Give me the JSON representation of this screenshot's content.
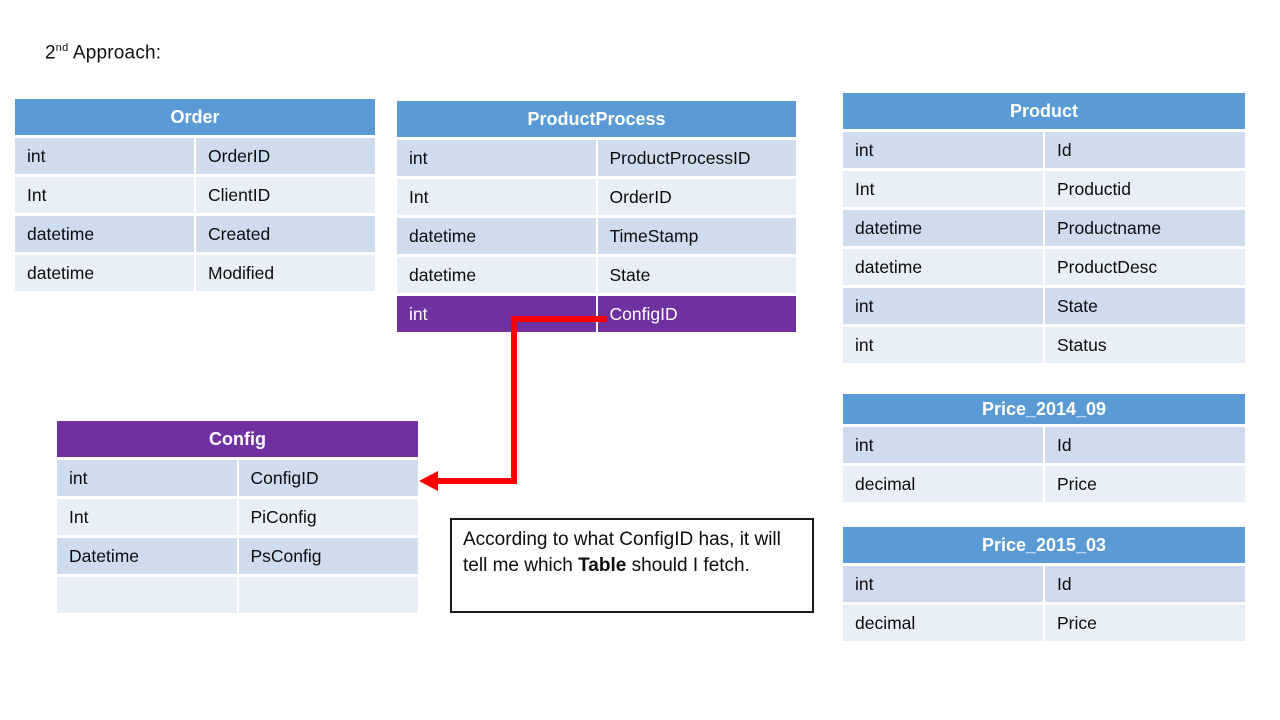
{
  "title": {
    "prefix": "2",
    "superscript": "nd",
    "suffix": " Approach:"
  },
  "colors": {
    "header_blue": "#5B9BD5",
    "header_purple": "#7030A0",
    "row_dark": "#CEDCEE",
    "row_light": "#E9EFF7",
    "arrow_red": "#FB0000",
    "header_text": "#FFFFFF"
  },
  "tables": [
    {
      "name": "Order",
      "header": "blue",
      "rows": [
        [
          "int",
          "OrderID"
        ],
        [
          "Int",
          "ClientID"
        ],
        [
          "datetime",
          "Created"
        ],
        [
          "datetime",
          "Modified"
        ]
      ]
    },
    {
      "name": "ProductProcess",
      "header": "blue",
      "highlight_row": 4,
      "rows": [
        [
          "int",
          "ProductProcessID"
        ],
        [
          "Int",
          "OrderID"
        ],
        [
          "datetime",
          "TimeStamp"
        ],
        [
          "datetime",
          "State"
        ],
        [
          "int",
          "ConfigID"
        ]
      ]
    },
    {
      "name": "Product",
      "header": "blue",
      "rows": [
        [
          "int",
          "Id"
        ],
        [
          "Int",
          "Productid"
        ],
        [
          "datetime",
          "Productname"
        ],
        [
          "datetime",
          "ProductDesc"
        ],
        [
          "int",
          "State"
        ],
        [
          "int",
          "Status"
        ]
      ]
    },
    {
      "name": "Config",
      "header": "purple",
      "rows": [
        [
          "int",
          "ConfigID"
        ],
        [
          "Int",
          "PiConfig"
        ],
        [
          "Datetime",
          "PsConfig"
        ],
        [
          "",
          ""
        ]
      ]
    },
    {
      "name": "Price_2014_09",
      "header": "blue",
      "rows": [
        [
          "int",
          "Id"
        ],
        [
          "decimal",
          "Price"
        ]
      ]
    },
    {
      "name": "Price_2015_03",
      "header": "blue",
      "rows": [
        [
          "int",
          "Id"
        ],
        [
          "decimal",
          "Price"
        ]
      ]
    }
  ],
  "annotation": {
    "segments": [
      {
        "text": "According to what ConfigID has, it will tell me which "
      },
      {
        "text": "Table",
        "bold": true
      },
      {
        "text": " should I fetch."
      }
    ]
  }
}
